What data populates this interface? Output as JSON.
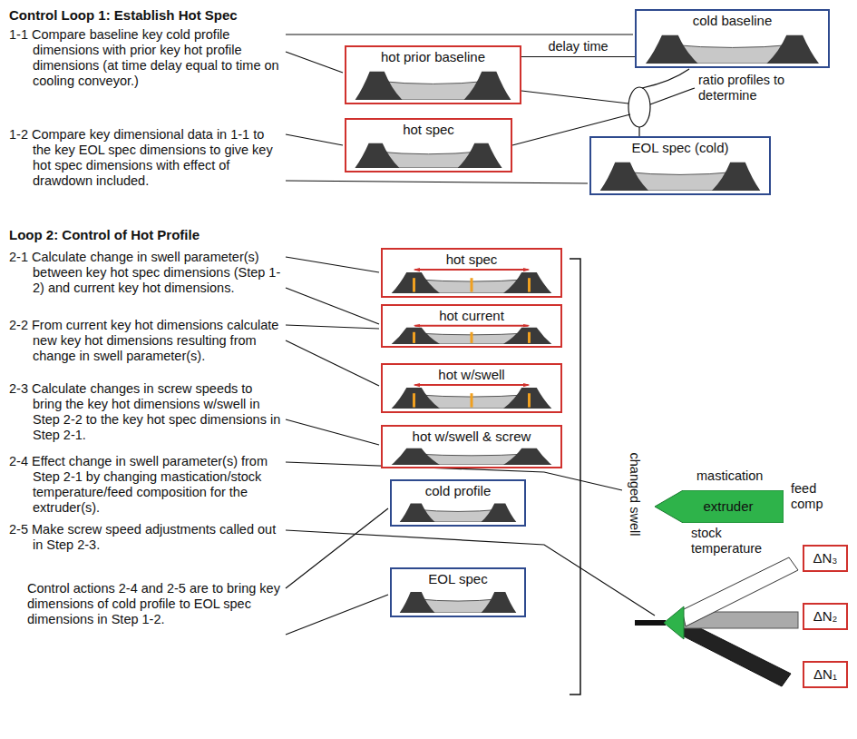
{
  "diagram": {
    "title": "Control Loop 1: Establish Hot Spec",
    "nodes": [
      {
        "text": [
          "cold baseline"
        ]
      },
      {
        "text": [
          "hot prior baseline"
        ]
      },
      {
        "text": [
          "hot spec"
        ]
      },
      {
        "text": [
          "EOL spec (cold)"
        ]
      },
      {
        "text": [
          "hot spec"
        ]
      },
      {
        "text": [
          "hot current"
        ]
      },
      {
        "text": [
          "hot w/swell"
        ]
      },
      {
        "text": [
          "hot w/swell & screw"
        ]
      },
      {
        "text": [
          "extruder"
        ]
      },
      {
        "text": [
          "cold profile"
        ]
      },
      {
        "text": [
          "ΔN₃"
        ]
      },
      {
        "text": [
          "EOL spec"
        ]
      },
      {
        "text": [
          "ΔN₂"
        ]
      },
      {
        "text": [
          "ΔN₁"
        ]
      }
    ],
    "edges": [
      {
        "from": 0,
        "to": 1,
        "arrow": "none",
        "label": "delay time"
      }
    ],
    "labels": [
      "1-1 Compare baseline key cold profile dimensions with prior key hot profile dimensions (at time delay equal to time on cooling conveyor.)",
      "ratio profiles to determine",
      "1-2 Compare key dimensional data in 1-1 to the key EOL spec dimensions to give key hot spec dimensions with effect of drawdown included.",
      "Loop 2: Control of Hot Profile",
      "2-1 Calculate change in swell parameter(s) between key hot spec dimensions (Step 1-2) and current key hot dimensions.",
      "2-2 From current key hot dimensions calculate new key hot dimensions resulting from change in swell parameter(s).",
      "2-3 Calculate changes in screw speeds to bring the key hot dimensions w/swell in Step 2-2 to the key hot spec dimensions in Step 2-1.",
      "2-4 Effect change in swell parameter(s) from Step 2-1 by changing mastication/stock temperature/feed composition for the extruder(s).",
      "changed swell",
      "mastication",
      "feed comp",
      "stock temperature",
      "2-5 Make screw speed adjustments called out in Step 2-3.",
      "Control actions 2-4 and 2-5 are to bring key dimensions of cold profile to EOL spec dimensions in Step 1-2."
    ]
  }
}
